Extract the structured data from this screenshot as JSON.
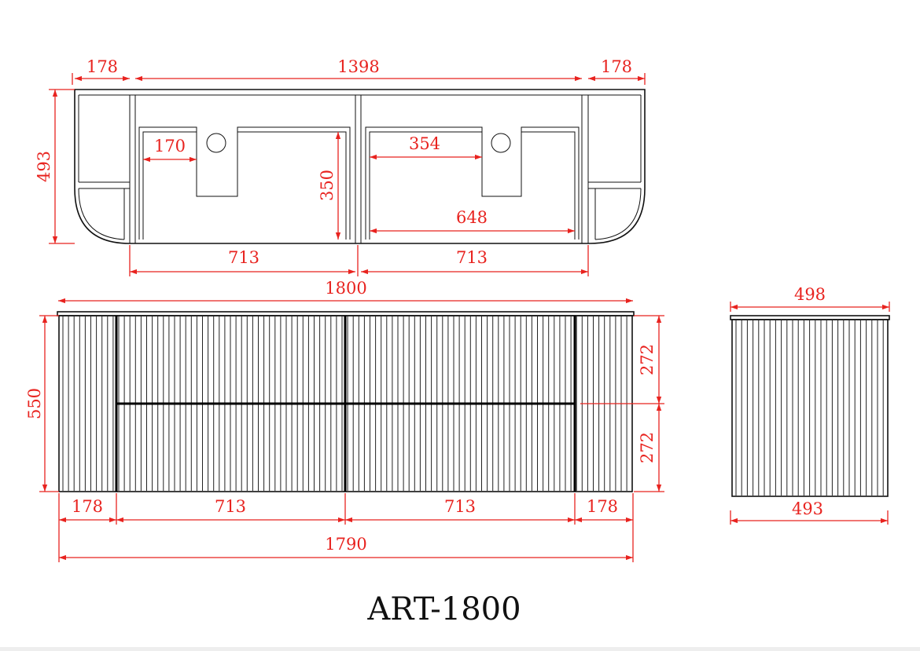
{
  "drawing": {
    "model": "ART-1800",
    "colors": {
      "dimension": "#e8231f",
      "outline": "#111111"
    },
    "top_view": {
      "dims": {
        "left_end": "178",
        "center_width": "1398",
        "right_end": "178",
        "depth": "493",
        "basin_left_offset": "170",
        "inner_depth": "350",
        "basin_right_offset": "354",
        "inner_width": "648",
        "bay_left": "713",
        "bay_right": "713"
      }
    },
    "front_view": {
      "dims": {
        "overall_top": "1800",
        "height": "550",
        "drawer_upper": "272",
        "drawer_lower": "272",
        "end_left": "178",
        "bay_left": "713",
        "bay_right": "713",
        "end_right": "178",
        "overall_bottom": "1790"
      }
    },
    "side_view": {
      "dims": {
        "top_depth": "498",
        "bottom_depth": "493"
      }
    }
  }
}
